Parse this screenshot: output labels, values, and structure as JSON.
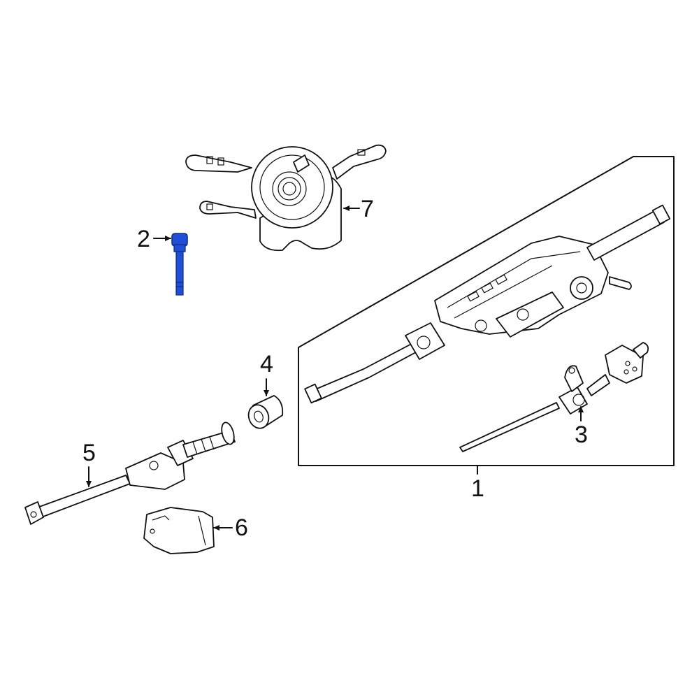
{
  "diagram": {
    "highlight_color": "#1f4fd8",
    "line_color": "#111111",
    "callouts": {
      "c1": "1",
      "c2": "2",
      "c3": "3",
      "c4": "4",
      "c5": "5",
      "c6": "6",
      "c7": "7"
    },
    "highlighted_part": "2"
  }
}
